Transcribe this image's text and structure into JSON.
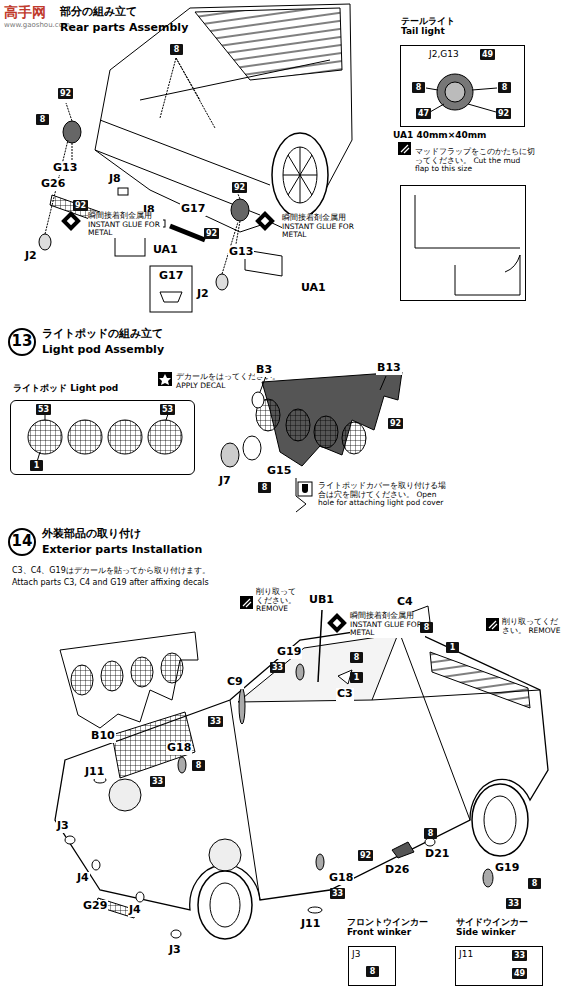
{
  "diagram": {
    "nodes": [
      {
        "text": [
          "テールライト Tail light",
          "J2,G13"
        ]
      },
      {
        "text": [
          "UA1 40mm×40mm",
          "マッドフラップをこのかたちに切ってください。 Cut the mud flap to this size"
        ]
      },
      {
        "text": [
          "13"
        ]
      },
      {
        "text": [
          "ライトポッド Light pod",
          "デカールをはってください。 APPLY DECAL"
        ]
      },
      {
        "text": [
          "14"
        ]
      },
      {
        "text": [
          "フロントウインカー Front winker",
          "J3"
        ]
      },
      {
        "text": [
          "サイドウインカー Side winker",
          "J11"
        ]
      }
    ],
    "labels": [
      "高手网",
      "www.gaoshou.com",
      "部分の組み立て",
      "Rear parts Assembly",
      "8",
      "J2",
      "92",
      "8",
      "G13",
      "J8",
      "G26",
      "92",
      "J8",
      "G17",
      "92",
      "瞬間接着剤金属用 INSTANT GLUE FOR METAL",
      "UA1",
      "G17",
      "92",
      "G13",
      "瞬間接着剤金属用 INSTANT GLUE FOR METAL",
      "J2",
      "UA1",
      "49",
      "8",
      "8",
      "47",
      "92",
      "ライトポッドの組み立て",
      "Light pod Assembly",
      "53",
      "53",
      "1",
      "B3",
      "B13",
      "92",
      "J7",
      "G15",
      "8",
      "ライトポッドカバーを取り付ける場合は穴を開けてください。 Open hole for attaching light pod cover",
      "外装部品の取り付け",
      "Exterior parts Installation",
      "C3、C4、G19はデカールを貼ってから取り付けます。",
      "Attach parts C3, C4 and G19 after affixing decals",
      "UB1",
      "瞬間接着剤金属用 INSTANT GLUE FOR METAL",
      "削り取ってください。 REMOVE",
      "G19",
      "33",
      "8",
      "1",
      "C3",
      "C4",
      "8",
      "1",
      "削り取ってください。 REMOVE",
      "C9",
      "33",
      "B10",
      "G18",
      "8",
      "33",
      "J11",
      "G19",
      "8",
      "33",
      "J3",
      "J4",
      "G29",
      "J4",
      "J3",
      "J11",
      "G18",
      "33",
      "92",
      "D26",
      "D21",
      "8",
      "8",
      "33",
      "49"
    ]
  }
}
